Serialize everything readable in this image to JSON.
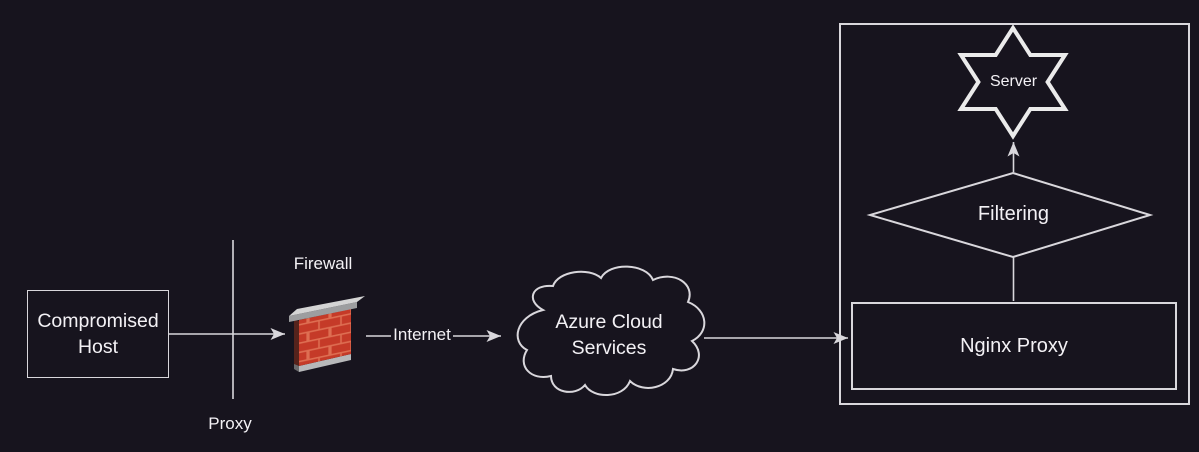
{
  "colors": {
    "background": "#17141e",
    "stroke": "#d9d7dc",
    "text": "#f3f1f5",
    "firewall_brick": "#c53a28",
    "firewall_mortar": "#de6e52",
    "firewall_cap_top": "#d4d4d4",
    "firewall_cap_front": "#9d9ea0",
    "firewall_base": "#b7b8ba",
    "firewall_side": "#55231c"
  },
  "nodes": {
    "compromised_host": {
      "label": "Compromised Host",
      "shape": "rectangle"
    },
    "proxy_divider": {
      "label": "Proxy",
      "shape": "vertical-line"
    },
    "firewall": {
      "label": "Firewall",
      "icon": "firewall-brick-wall-icon"
    },
    "internet_link": {
      "label": "Internet"
    },
    "azure_cloud": {
      "label": "Azure Cloud Services",
      "shape": "cloud"
    },
    "server": {
      "label": "Server",
      "shape": "six-pointed-star"
    },
    "filtering": {
      "label": "Filtering",
      "shape": "diamond"
    },
    "nginx_proxy": {
      "label": "Nginx Proxy",
      "shape": "rectangle"
    }
  }
}
